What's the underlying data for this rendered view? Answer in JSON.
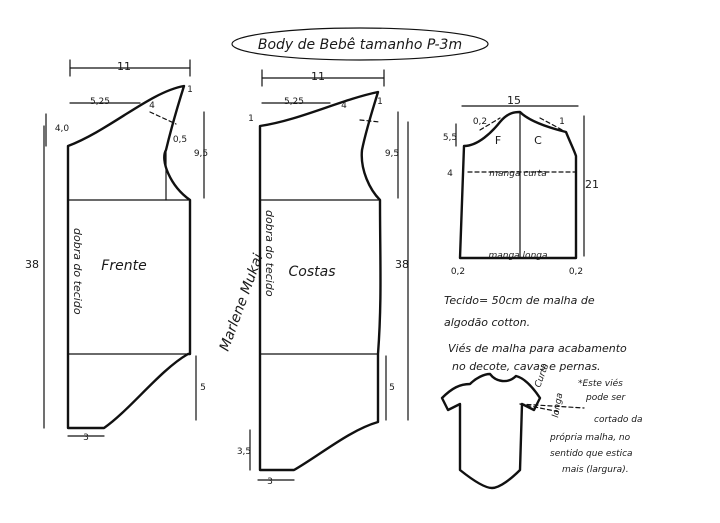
{
  "title": "Body de Bebê tamanho P-3m",
  "front": {
    "name": "Frente",
    "fold": "dobra do tecido",
    "m_width": "11",
    "m_shoulder": "5,25",
    "m_4": "4",
    "m_1": "1",
    "m_neck_drop": "4,0",
    "m_0_5": "0,5",
    "m_armhole": "9,5",
    "m_length": "38",
    "m_leg": "5",
    "m_bottom": "3"
  },
  "back": {
    "name": "Costas",
    "fold": "dobra do tecido",
    "m_width": "11",
    "m_shoulder": "5,25",
    "m_4": "4",
    "m_1": "1",
    "m_neck_drop": "1",
    "m_armhole": "9,5",
    "m_length": "38",
    "m_leg": "5",
    "m_crotch": "3,5",
    "m_bottom": "3"
  },
  "sleeve": {
    "m_width": "15",
    "m_0_2": "0,2",
    "m_1": "1",
    "m_5_5": "5,5",
    "m_4": "4",
    "m_length": "21",
    "front_letter": "F",
    "back_letter": "C",
    "short_line": "manga curta",
    "long_line": "manga longa",
    "m_bottom_left": "0,2",
    "m_bottom_right": "0,2"
  },
  "signature": "Marlene Mukai",
  "notes": {
    "fabric_1": "Tecido= 50cm de malha de",
    "fabric_2": "algodão cotton.",
    "bias_1": "Viés de malha para acabamento",
    "bias_2": "no decote, cavas e pernas.",
    "star_1": "*Este viés",
    "star_2": "pode ser",
    "star_3": "cortado da",
    "star_4": "própria malha, no",
    "star_5": "sentido que estica",
    "star_6": "mais (largura).",
    "sleeve_tag_short": "Curta",
    "sleeve_tag_long": "longa"
  }
}
